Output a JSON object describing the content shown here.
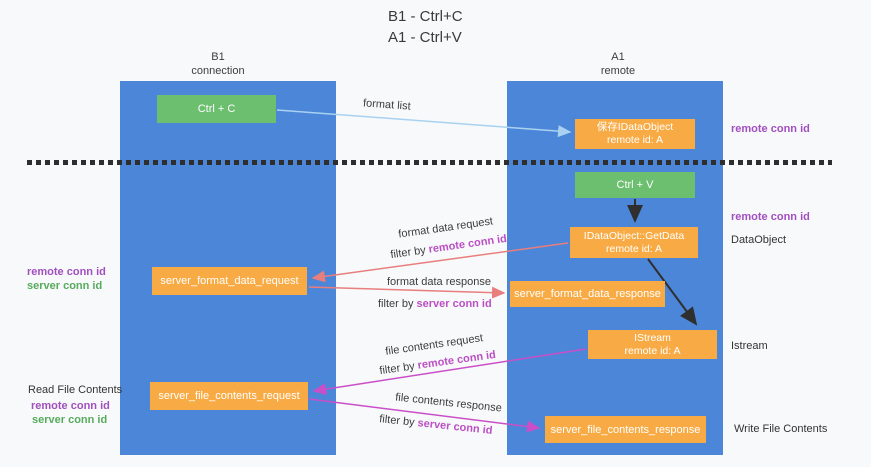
{
  "title": {
    "line1": "B1 - Ctrl+C",
    "line2": "A1 - Ctrl+V"
  },
  "lanes": {
    "left": {
      "title": "B1",
      "subtitle": "connection"
    },
    "right": {
      "title": "A1",
      "subtitle": "remote"
    }
  },
  "nodes": {
    "ctrl_c": {
      "label": "Ctrl + C"
    },
    "ctrl_v": {
      "label": "Ctrl + V"
    },
    "save_dataobject": {
      "line1": "保存IDataObject",
      "line2": "remote id: A"
    },
    "getdata": {
      "line1": "IDataObject::GetData",
      "line2": "remote id: A"
    },
    "istream": {
      "line1": "IStream",
      "line2": "remote id: A"
    },
    "format_request": {
      "label": "server_format_data_request"
    },
    "format_response": {
      "label": "server_format_data_response"
    },
    "file_request": {
      "label": "server_file_contents_request"
    },
    "file_response": {
      "label": "server_file_contents_response"
    }
  },
  "arrow_labels": {
    "format_list": "format list",
    "format_data_request": "format data request",
    "format_data_request_filter": {
      "prefix": "filter by ",
      "highlight": "remote conn id"
    },
    "format_data_response": "format data response",
    "format_data_response_filter": {
      "prefix": "filter by ",
      "highlight": "server conn id"
    },
    "file_contents_request": "file contents request",
    "file_contents_request_filter": {
      "prefix": "filter by ",
      "highlight": "remote conn id"
    },
    "file_contents_response": "file contents response",
    "file_contents_response_filter": {
      "prefix": "filter by ",
      "highlight": "server conn id"
    }
  },
  "side_labels": {
    "right_top_remote_conn": "remote conn id",
    "right_ctrlv_remote_conn": "remote conn id",
    "right_dataobject": "DataObject",
    "right_istream": "Istream",
    "right_write_file": "Write File Contents",
    "left_remote_conn": "remote conn id",
    "left_server_conn": "server conn id",
    "left_read_file": "Read File Contents",
    "left_remote_conn2": "remote conn id",
    "left_server_conn2": "server conn id"
  },
  "colors": {
    "lane_blue": "#4c86d8",
    "node_green": "#6dbf70",
    "node_orange": "#f8ab44",
    "remote_conn_purple": "#a24fc0",
    "server_conn_green": "#56ab5c",
    "filter_highlight_purple": "#bb4fc4",
    "arrow_red": "#e87e7e",
    "arrow_magenta": "#c94fc9",
    "arrow_light_blue": "#a9d2f0",
    "arrow_black": "#2f2f2f"
  }
}
